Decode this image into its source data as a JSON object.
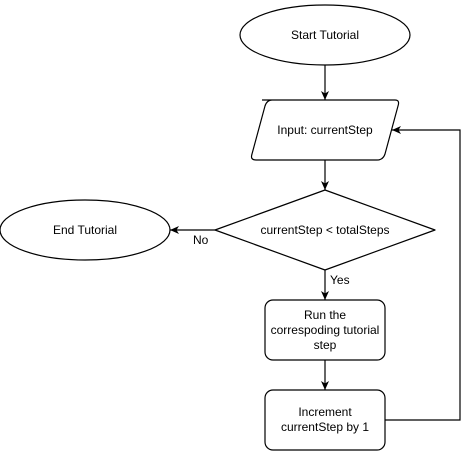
{
  "nodes": {
    "start": "Start Tutorial",
    "input": "Input: currentStep",
    "decision": "currentStep < totalSteps",
    "end": "End Tutorial",
    "run_step": "Run the correspoding tutorial step",
    "increment": "Increment currentStep by 1"
  },
  "edges": {
    "no_label": "No",
    "yes_label": "Yes"
  },
  "colors": {
    "stroke": "#000000",
    "fill": "#ffffff"
  }
}
